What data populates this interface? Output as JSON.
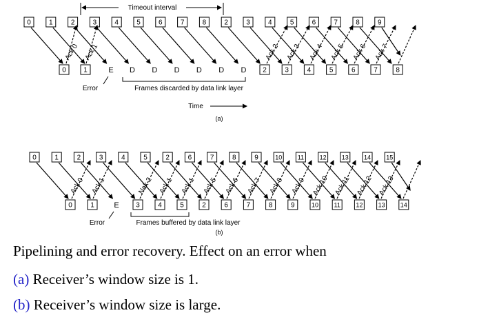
{
  "diagram_a": {
    "timeout_label": "Timeout interval",
    "sent_frames": [
      "0",
      "1",
      "2",
      "3",
      "4",
      "5",
      "6",
      "7",
      "8",
      "2",
      "3",
      "4",
      "5",
      "6",
      "7",
      "8",
      "9"
    ],
    "acks": [
      "Ack 0",
      "Ack 1",
      "Ack 2",
      "Ack 3",
      "Ack 4",
      "Ack 5",
      "Ack 6",
      "Ack 7"
    ],
    "received_frames": [
      "0",
      "1"
    ],
    "error_marker": "E",
    "discarded_marker": "D",
    "received_after_frames": [
      "2",
      "3",
      "4",
      "5",
      "6",
      "7",
      "8"
    ],
    "error_label": "Error",
    "discard_label": "Frames discarded by data link layer",
    "time_label": "Time",
    "sublabel": "(a)"
  },
  "diagram_b": {
    "sent_frames": [
      "0",
      "1",
      "2",
      "3",
      "4",
      "5",
      "2",
      "6",
      "7",
      "8",
      "9",
      "10",
      "11",
      "12",
      "13",
      "14",
      "15"
    ],
    "acks": [
      "Ack 0",
      "Ack 1",
      "Nak 2",
      "Ack 1",
      "Ack 1",
      "Ack 5",
      "Ack 6",
      "Ack 7",
      "Ack 8",
      "Ack 9",
      "Ack 10",
      "Ack 11",
      "Ack 12",
      "Ack 13"
    ],
    "received_frames": [
      "0",
      "1"
    ],
    "error_marker": "E",
    "buffered_frames": [
      "3",
      "4",
      "5"
    ],
    "received_after_frames": [
      "2",
      "6",
      "7",
      "8",
      "9",
      "10",
      "11",
      "12",
      "13",
      "14"
    ],
    "error_label": "Error",
    "buffer_label": "Frames buffered by data link layer",
    "sublabel": "(b)"
  },
  "caption": {
    "line1": "Pipelining and error recovery.  Effect on an error when",
    "line2_prefix": "(a)",
    "line2_text": " Receiver’s window size is 1.",
    "line3_prefix": "(b)",
    "line3_text": " Receiver’s window size is large."
  }
}
